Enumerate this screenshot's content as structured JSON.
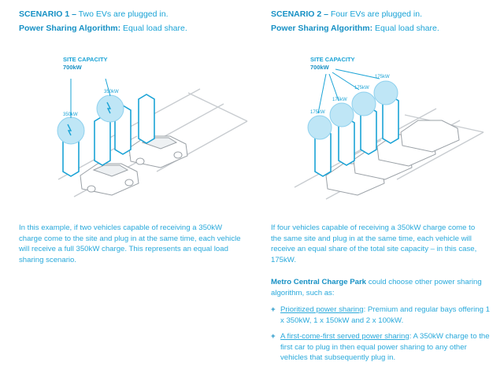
{
  "left": {
    "scenario_label": "SCENARIO 1 –",
    "scenario_text": " Two EVs are plugged in.",
    "algo_label": "Power Sharing Algorithm:",
    "algo_text": " Equal load share.",
    "site_capacity_label": "SITE CAPACITY",
    "site_capacity_value": "700kW",
    "charger_labels": [
      "350kW",
      "350kW"
    ],
    "paragraph": "In this example, if two vehicles capable of receiving a 350kW charge come to the site and plug in at the same time, each vehicle will receive a full 350kW charge. This represents an equal load sharing scenario."
  },
  "right": {
    "scenario_label": "SCENARIO 2 –",
    "scenario_text": " Four EVs are plugged in.",
    "algo_label": "Power Sharing Algorithm:",
    "algo_text": " Equal load share.",
    "site_capacity_label": "SITE CAPACITY",
    "site_capacity_value": "700kW",
    "charger_labels": [
      "175kW",
      "175kW",
      "175kW",
      "175kW"
    ],
    "paragraph": "If four vehicles capable of receiving a 350kW charge come to the same site and plug in at the same time, each vehicle will receive an equal share of the total site capacity – in this case, 175kW.",
    "intro_bold": "Metro Central Charge Park",
    "intro_text": " could choose other power sharing algorithm, such as:",
    "bullets": [
      {
        "plus": "+",
        "link": "Prioritized power sharing",
        "text": ": Premium and regular bays offering 1 x 350kW, 1 x 150kW and 2 x 100kW."
      },
      {
        "plus": "+",
        "link": "A first-come-first served power sharing",
        "text": ": A 350kW charge to the first car to plug in then equal power sharing to any other vehicles that subsequently plug in."
      }
    ]
  },
  "colors": {
    "accent": "#1aa3d6",
    "dark_accent": "#1690c4",
    "bubble": "#bfe6f6",
    "line_grey": "#c8ccd0"
  }
}
